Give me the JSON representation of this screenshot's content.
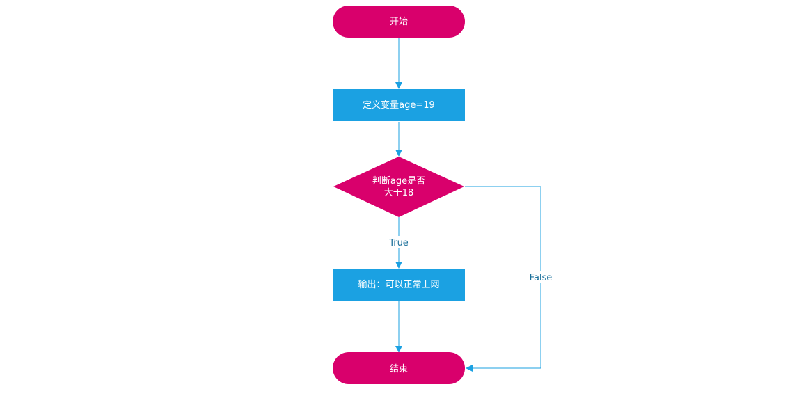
{
  "colors": {
    "terminal": "#d9006c",
    "process": "#1ba1e2",
    "decision": "#d9006c",
    "edge": "#1ba1e2",
    "edge_label": "#1a6f9a",
    "node_text": "#ffffff"
  },
  "nodes": {
    "start": {
      "label": "开始",
      "shape": "terminal"
    },
    "define": {
      "label": "定义变量age=19",
      "shape": "process"
    },
    "decision": {
      "label_line1": "判断age是否",
      "label_line2": "大于18",
      "shape": "decision"
    },
    "output": {
      "label": "输出：可以正常上网",
      "shape": "process"
    },
    "end": {
      "label": "结束",
      "shape": "terminal"
    }
  },
  "edges": {
    "start_to_define": {
      "from": "start",
      "to": "define",
      "label": ""
    },
    "define_to_decision": {
      "from": "define",
      "to": "decision",
      "label": ""
    },
    "decision_to_output": {
      "from": "decision",
      "to": "output",
      "label": "True"
    },
    "output_to_end": {
      "from": "output",
      "to": "end",
      "label": ""
    },
    "decision_to_end": {
      "from": "decision",
      "to": "end",
      "label": "False"
    }
  }
}
